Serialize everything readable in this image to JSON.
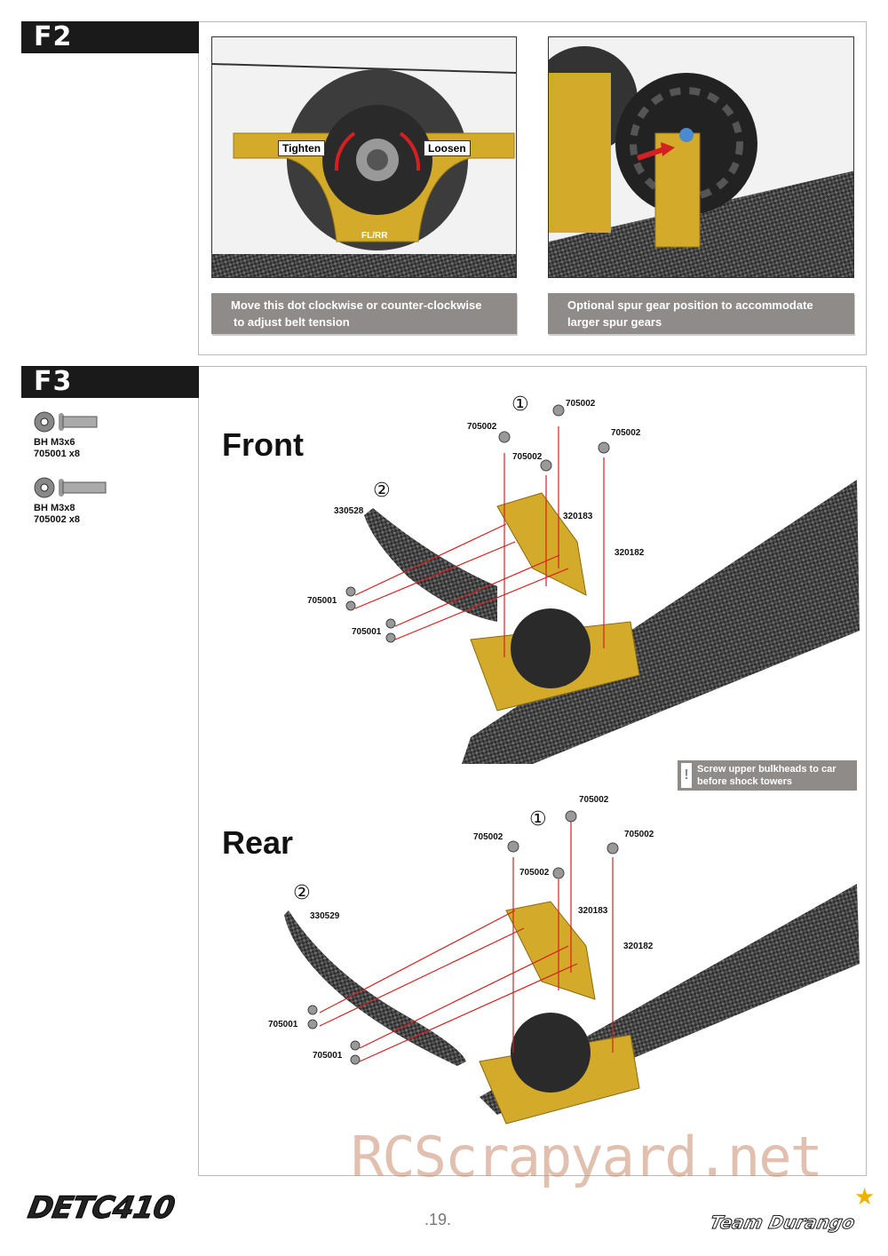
{
  "f2": {
    "header": "F2",
    "photo1": {
      "tighten": "Tighten",
      "loosen": "Loosen",
      "marking": "FL/RR"
    },
    "caption1": [
      "Move this dot clockwise or counter-clockwise",
      "to adjust belt tension"
    ],
    "caption2": [
      "Optional spur gear position to accommodate",
      "larger spur gears"
    ]
  },
  "f3": {
    "header": "F3",
    "hardware": [
      {
        "name": "BH M3x6",
        "part": "705001 x8"
      },
      {
        "name": "BH M3x8",
        "part": "705002 x8"
      }
    ],
    "front": {
      "title": "Front",
      "step1": "①",
      "step2": "②",
      "labels": {
        "a": "705002",
        "b": "705002",
        "c": "705002",
        "d": "705002",
        "e": "330528",
        "f": "320183",
        "g": "320182",
        "h": "705001",
        "i": "705001"
      }
    },
    "note": [
      "Screw upper bulkheads to car",
      "before shock towers"
    ],
    "note_icon": "exclamation-icon",
    "rear": {
      "title": "Rear",
      "step1": "①",
      "step2": "②",
      "labels": {
        "a": "705002",
        "b": "705002",
        "c": "705002",
        "d": "705002",
        "e": "330529",
        "f": "320183",
        "g": "320182",
        "h": "705001",
        "i": "705001"
      }
    }
  },
  "footer": {
    "logo": "DETC410",
    "page": ".19.",
    "brand": "Team Durango",
    "watermark": "RCScrapyard.net"
  },
  "colors": {
    "gold": "#d4aa2a",
    "carbon": "#3a3a3a",
    "caption": "#8e8b89",
    "arrow": "#d42020"
  }
}
